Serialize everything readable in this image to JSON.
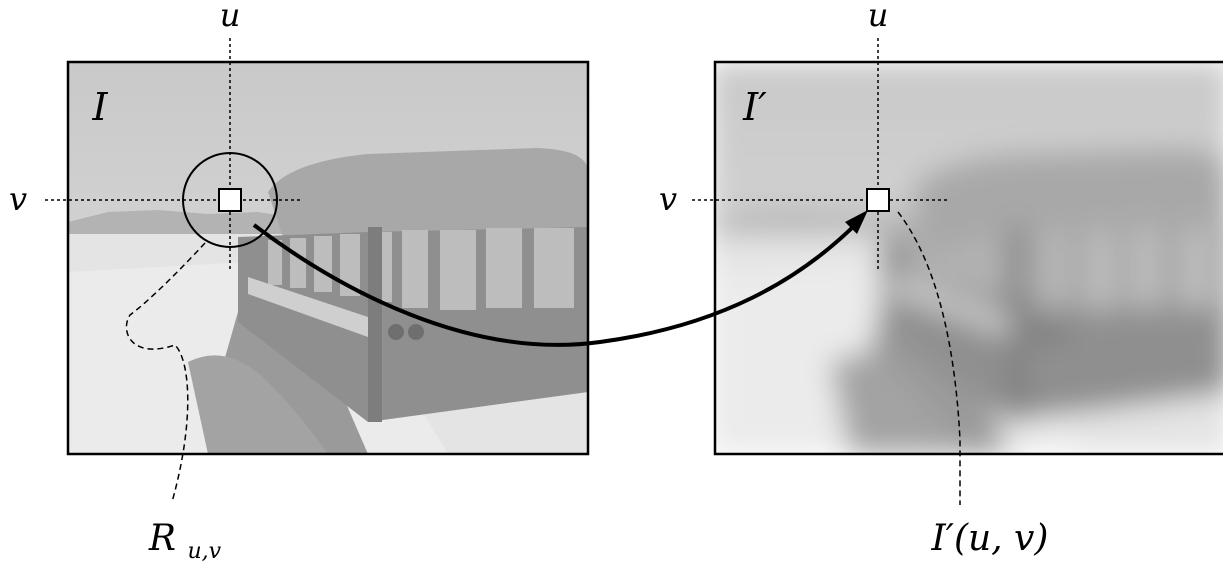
{
  "left_panel": {
    "image_label": "I",
    "axis_u": "u",
    "axis_v": "v",
    "region_label": "R",
    "region_subscript": "u,v"
  },
  "right_panel": {
    "image_label": "I′",
    "axis_u": "u",
    "axis_v": "v",
    "output_label": "I′(u, v)"
  }
}
